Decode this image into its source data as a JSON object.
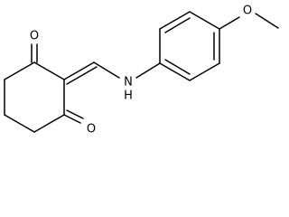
{
  "molecule": {
    "atoms": {
      "O1": "O",
      "O2": "O",
      "N": "N",
      "H": "H",
      "O3": "O"
    }
  }
}
